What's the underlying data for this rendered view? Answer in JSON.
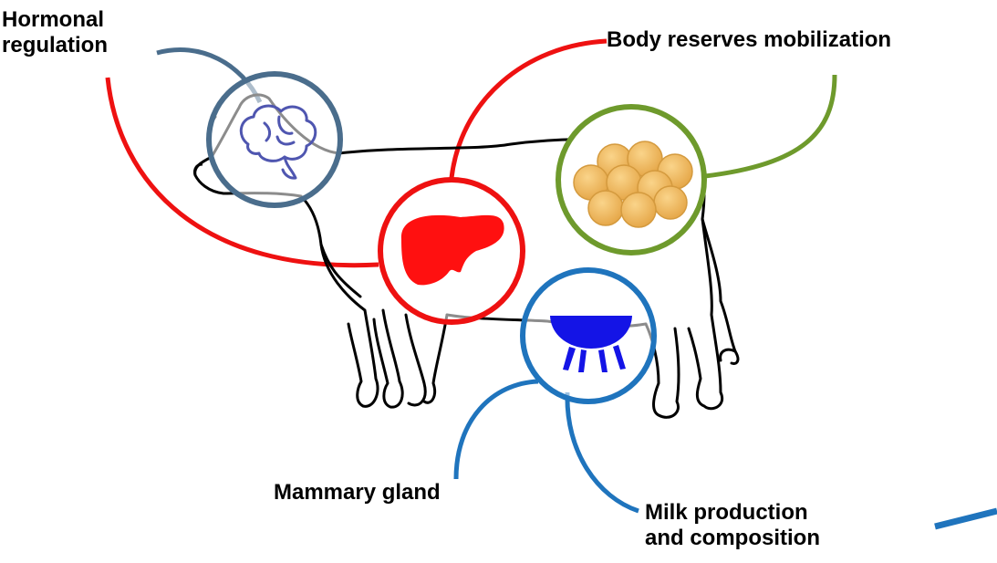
{
  "labels": {
    "hormonal": [
      "Hormonal",
      "regulation"
    ],
    "body_reserves": "Body reserves mobilization",
    "mammary": "Mammary gland",
    "milk": [
      "Milk production",
      "and composition"
    ]
  },
  "icons": {
    "brain": "brain-icon",
    "liver": "liver-icon",
    "fat": "adipose-cells-icon",
    "udder": "udder-icon",
    "cow": "cow-outline"
  },
  "colors": {
    "hormonal": "#4a6d8c",
    "liver": "#ee1111",
    "fat": "#6e9a2c",
    "mammary": "#1f74bd",
    "brain_icon": "#4f56b0",
    "udder_icon": "#1414e6",
    "fat_cell": "#f0bd62",
    "outline": "#000000"
  }
}
